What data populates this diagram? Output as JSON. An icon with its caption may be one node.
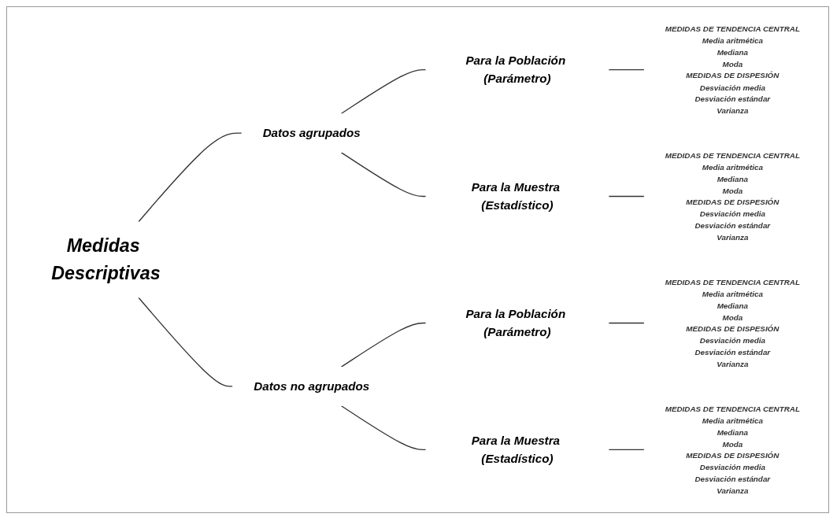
{
  "diagram": {
    "nodes": [
      {
        "text": [
          "Medidas Descriptivas"
        ]
      },
      {
        "text": [
          "Datos agrupados"
        ]
      },
      {
        "text": [
          "Para la Población (Parámetro)"
        ]
      },
      {
        "text": [
          "MEDIDAS DE TENDENCIA CENTRAL",
          "Media aritmética",
          "Mediana",
          "Moda",
          "MEDIDAS DE DISPESIÓN",
          "Desviación media",
          "Desviación estándar",
          "Varianza"
        ]
      },
      {
        "text": [
          "Para la Muestra (Estadístico)"
        ]
      },
      {
        "text": [
          "MEDIDAS DE TENDENCIA CENTRAL",
          "Media aritmética",
          "Mediana",
          "Moda",
          "MEDIDAS DE DISPESIÓN",
          "Desviación media",
          "Desviación estándar",
          "Varianza"
        ]
      },
      {
        "text": [
          "Datos no agrupados"
        ]
      },
      {
        "text": [
          "Para la Población (Parámetro)"
        ]
      },
      {
        "text": [
          "MEDIDAS DE TENDENCIA CENTRAL",
          "Media aritmética",
          "Mediana",
          "Moda",
          "MEDIDAS DE DISPESIÓN",
          "Desviación media",
          "Desviación estándar",
          "Varianza"
        ]
      },
      {
        "text": [
          "Para la Muestra (Estadístico)"
        ]
      },
      {
        "text": [
          "MEDIDAS DE TENDENCIA CENTRAL",
          "Media aritmética",
          "Mediana",
          "Moda",
          "MEDIDAS DE DISPESIÓN",
          "Desviación media",
          "Desviación estándar",
          "Varianza"
        ]
      }
    ],
    "edges": [
      {
        "from": 0,
        "to": 1,
        "arrow": "none"
      },
      {
        "from": 0,
        "to": 6,
        "arrow": "none"
      },
      {
        "from": 1,
        "to": 2,
        "arrow": "none"
      },
      {
        "from": 1,
        "to": 4,
        "arrow": "none"
      },
      {
        "from": 2,
        "to": 3,
        "arrow": "none"
      },
      {
        "from": 4,
        "to": 5,
        "arrow": "none"
      },
      {
        "from": 6,
        "to": 7,
        "arrow": "none"
      },
      {
        "from": 6,
        "to": 9,
        "arrow": "none"
      },
      {
        "from": 7,
        "to": 8,
        "arrow": "none"
      },
      {
        "from": 9,
        "to": 10,
        "arrow": "none"
      }
    ]
  }
}
